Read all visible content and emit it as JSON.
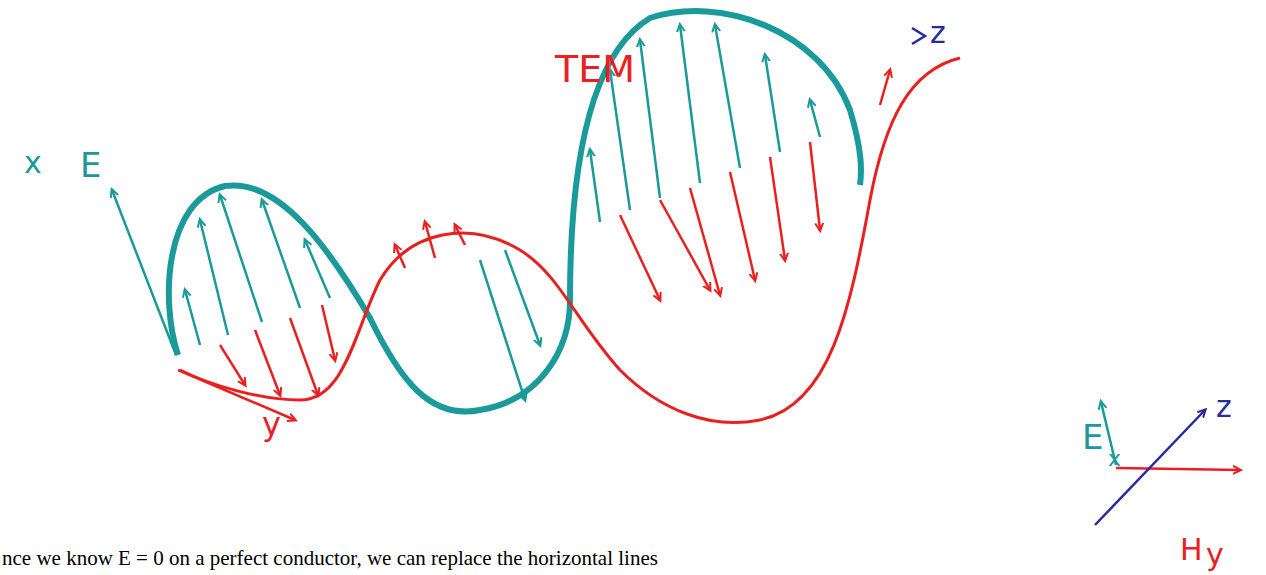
{
  "diagram": {
    "labels": [
      "TEM",
      "x",
      "E",
      "z",
      "y",
      "E",
      "x",
      "z",
      "H",
      "y",
      "nce we know E = 0 on a perfect conductor, we can replace the horizontal lines"
    ]
  }
}
